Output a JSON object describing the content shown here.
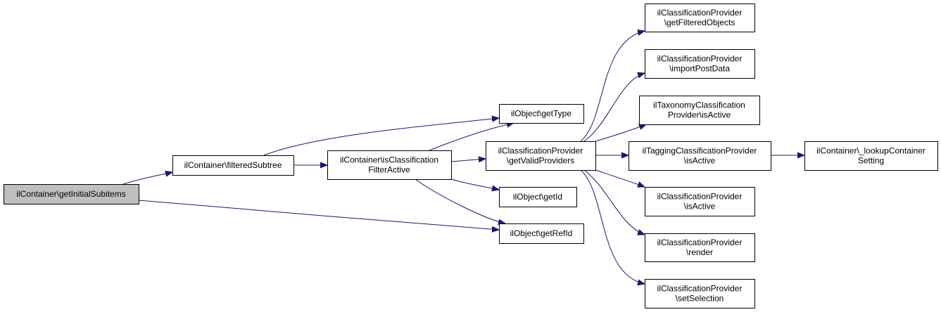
{
  "diagram": {
    "type": "call-graph",
    "nodes": [
      {
        "id": "root",
        "lines": [
          "ilContainer\\getInitialSubitems"
        ],
        "highlight": true
      },
      {
        "id": "filtered",
        "lines": [
          "ilContainer\\filteredSubtree"
        ]
      },
      {
        "id": "isclass",
        "lines": [
          "ilContainer\\isClassification",
          "FilterActive"
        ]
      },
      {
        "id": "gettype",
        "lines": [
          "ilObject\\getType"
        ]
      },
      {
        "id": "getid",
        "lines": [
          "ilObject\\getId"
        ]
      },
      {
        "id": "getrefid",
        "lines": [
          "ilObject\\getRefId"
        ]
      },
      {
        "id": "getvalid",
        "lines": [
          "ilClassificationProvider",
          "\\getValidProviders"
        ]
      },
      {
        "id": "getfiltered",
        "lines": [
          "ilClassificationProvider",
          "\\getFilteredObjects"
        ]
      },
      {
        "id": "importpost",
        "lines": [
          "ilClassificationProvider",
          "\\importPostData"
        ]
      },
      {
        "id": "taxonomy",
        "lines": [
          "ilTaxonomyClassification",
          "Provider\\isActive"
        ]
      },
      {
        "id": "tagging",
        "lines": [
          "ilTaggingClassificationProvider",
          "\\isActive"
        ]
      },
      {
        "id": "lookup",
        "lines": [
          "ilContainer\\_lookupContainer",
          "Setting"
        ]
      },
      {
        "id": "cpactive",
        "lines": [
          "ilClassificationProvider",
          "\\isActive"
        ]
      },
      {
        "id": "render",
        "lines": [
          "ilClassificationProvider",
          "\\render"
        ]
      },
      {
        "id": "setsel",
        "lines": [
          "ilClassificationProvider",
          "\\setSelection"
        ]
      }
    ],
    "edges": [
      {
        "from": "root",
        "to": "filtered"
      },
      {
        "from": "root",
        "to": "getrefid"
      },
      {
        "from": "filtered",
        "to": "gettype"
      },
      {
        "from": "filtered",
        "to": "isclass"
      },
      {
        "from": "isclass",
        "to": "gettype"
      },
      {
        "from": "isclass",
        "to": "getvalid"
      },
      {
        "from": "isclass",
        "to": "getid"
      },
      {
        "from": "isclass",
        "to": "getrefid"
      },
      {
        "from": "getvalid",
        "to": "getfiltered"
      },
      {
        "from": "getvalid",
        "to": "importpost"
      },
      {
        "from": "getvalid",
        "to": "taxonomy"
      },
      {
        "from": "getvalid",
        "to": "tagging"
      },
      {
        "from": "getvalid",
        "to": "cpactive"
      },
      {
        "from": "getvalid",
        "to": "render"
      },
      {
        "from": "getvalid",
        "to": "setsel"
      },
      {
        "from": "tagging",
        "to": "lookup"
      }
    ],
    "colors": {
      "edge": "#191970",
      "root_fill": "#bfbfbf",
      "node_fill": "#ffffff",
      "border": "#000000"
    }
  }
}
